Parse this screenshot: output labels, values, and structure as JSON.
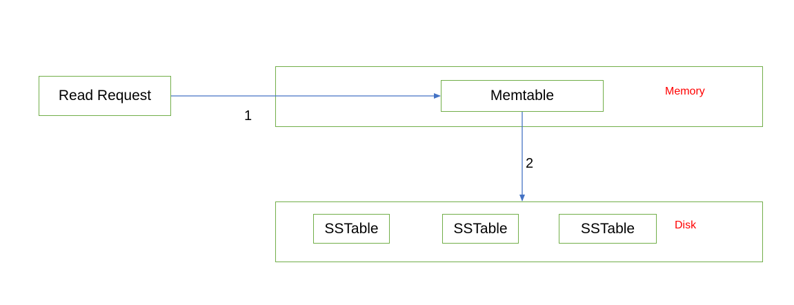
{
  "regions": {
    "memory": {
      "label": "Memory"
    },
    "disk": {
      "label": "Disk"
    }
  },
  "nodes": {
    "read_request": "Read Request",
    "memtable": "Memtable",
    "sstables": [
      "SSTable",
      "SSTable",
      "SSTable"
    ]
  },
  "edges": [
    {
      "from": "Read Request",
      "to": "Memtable",
      "label": "1"
    },
    {
      "from": "Memtable",
      "to": "Disk",
      "label": "2"
    }
  ],
  "colors": {
    "box_border": "#70ad47",
    "arrow": "#4472c4",
    "region_label": "#ff0000"
  }
}
